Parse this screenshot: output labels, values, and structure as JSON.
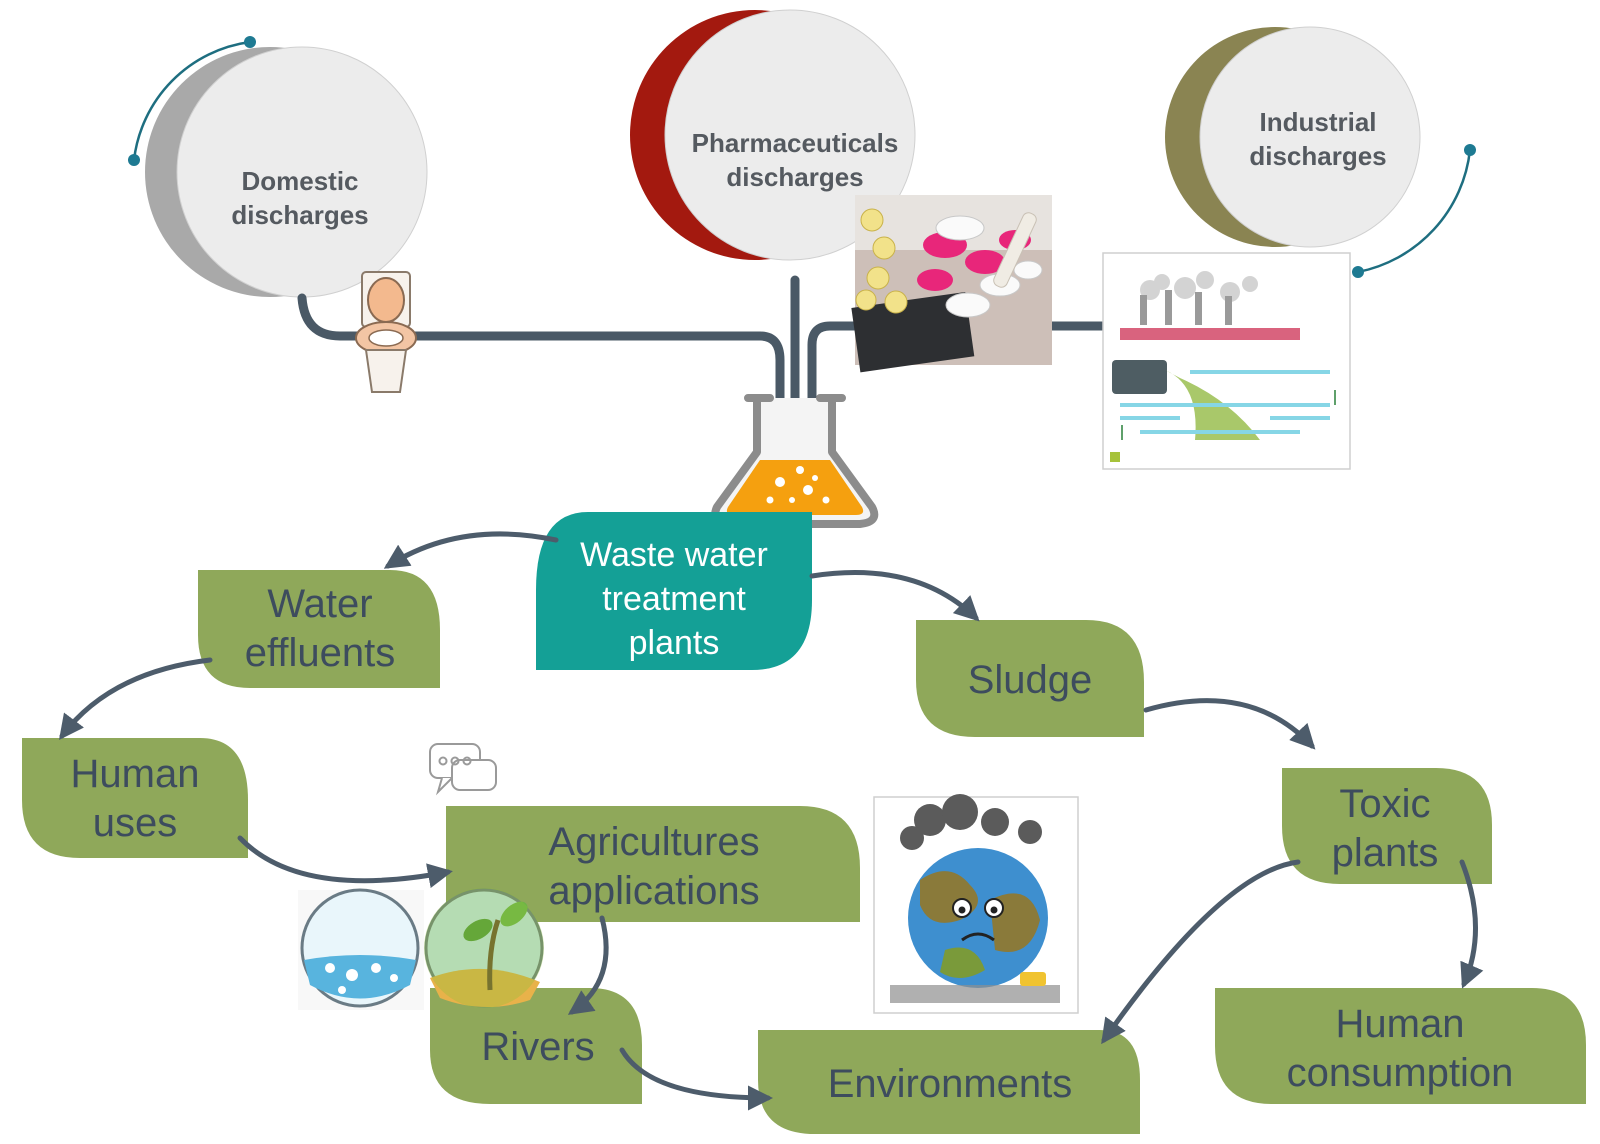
{
  "colors": {
    "green_box": "#8fa85a",
    "teal_box": "#14a096",
    "pipe": "#4a5966",
    "arrow": "#4d5c6b",
    "domestic_crescent": "#a9a9a9",
    "pharma_crescent": "#a3190f",
    "industrial_crescent": "#8a8452",
    "circle_fill": "#ececec",
    "flask_liquid": "#f5a00f",
    "accent_dot": "#1e7a92"
  },
  "sources": {
    "domestic": {
      "line1": "Domestic",
      "line2": "discharges",
      "icon": "toilet-icon"
    },
    "pharmaceuticals": {
      "line1": "Pharmaceuticals",
      "line2": "discharges",
      "icon": "pills-photo"
    },
    "industrial": {
      "line1": "Industrial",
      "line2": "discharges",
      "icon": "factory-pollution-illustration"
    }
  },
  "center": {
    "line1": "Waste water",
    "line2": "treatment",
    "line3": "plants",
    "icon": "flask-icon"
  },
  "nodes": {
    "water_effluents": {
      "line1": "Water",
      "line2": "effluents"
    },
    "human_uses": {
      "line1": "Human",
      "line2": "uses"
    },
    "agricultures": {
      "line1": "Agricultures",
      "line2": "applications"
    },
    "rivers": {
      "line1": "Rivers"
    },
    "environments": {
      "line1": "Environments"
    },
    "sludge": {
      "line1": "Sludge"
    },
    "toxic_plants": {
      "line1": "Toxic",
      "line2": "plants"
    },
    "human_consumption": {
      "line1": "Human",
      "line2": "consumption"
    }
  },
  "icons": [
    "chat-bubbles-icon",
    "water-circle-icon",
    "sprout-circle-icon",
    "polluted-earth-illustration"
  ]
}
